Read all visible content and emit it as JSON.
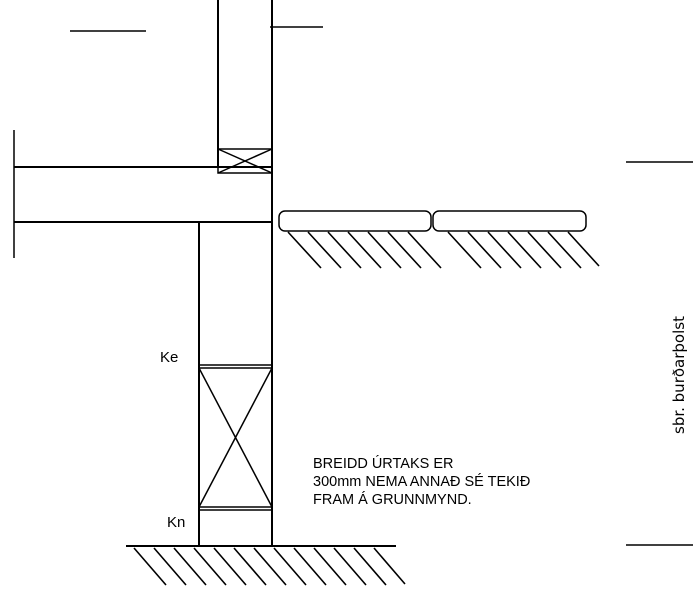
{
  "labels": {
    "upper_marker": "Ke",
    "lower_marker": "Kn"
  },
  "note": {
    "line1": "BREIDD ÚRTAKS ER",
    "line2": "300mm NEMA ANNAÐ SÉ TEKIÐ",
    "line3": "FRAM Á GRUNNMYND."
  },
  "side_text": "sbr. burðarþolst",
  "colors": {
    "line": "#000000",
    "background": "#ffffff"
  }
}
